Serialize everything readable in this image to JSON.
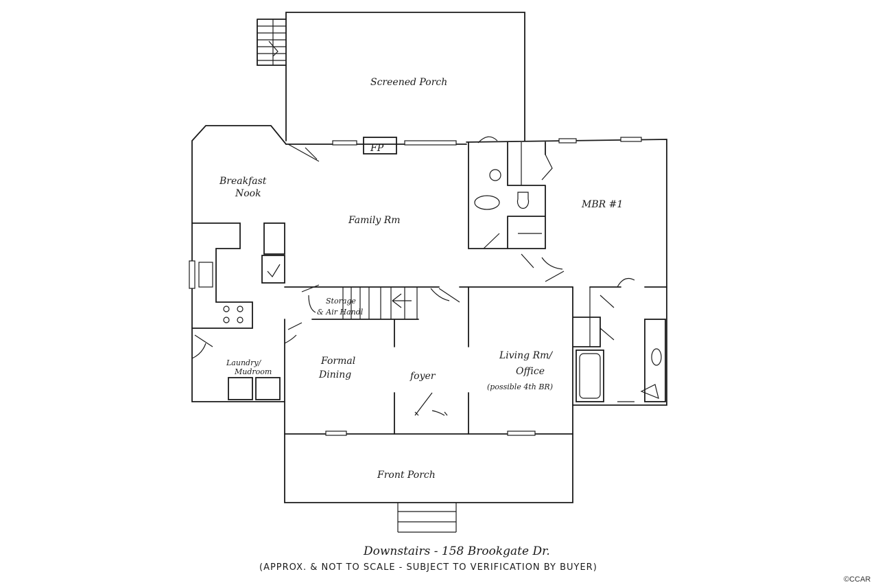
{
  "rooms": {
    "screened_porch": "Screened Porch",
    "fireplace": "FP",
    "breakfast_1": "Breakfast",
    "breakfast_2": "Nook",
    "family": "Family Rm",
    "mbr": "MBR #1",
    "storage_1": "Storage",
    "storage_2": "& Air Handl",
    "laundry_1": "Laundry/",
    "laundry_2": "Mudroom",
    "dining_1": "Formal",
    "dining_2": "Dining",
    "foyer": "foyer",
    "living_1": "Living Rm/",
    "living_2": "Office",
    "living_3": "(possible 4th BR)",
    "front_porch": "Front Porch"
  },
  "caption": {
    "title": "Downstairs - 158 Brookgate Dr.",
    "note": "(APPROX. & NOT TO SCALE - SUBJECT TO VERIFICATION BY BUYER)"
  },
  "copyright": "©CCAR"
}
